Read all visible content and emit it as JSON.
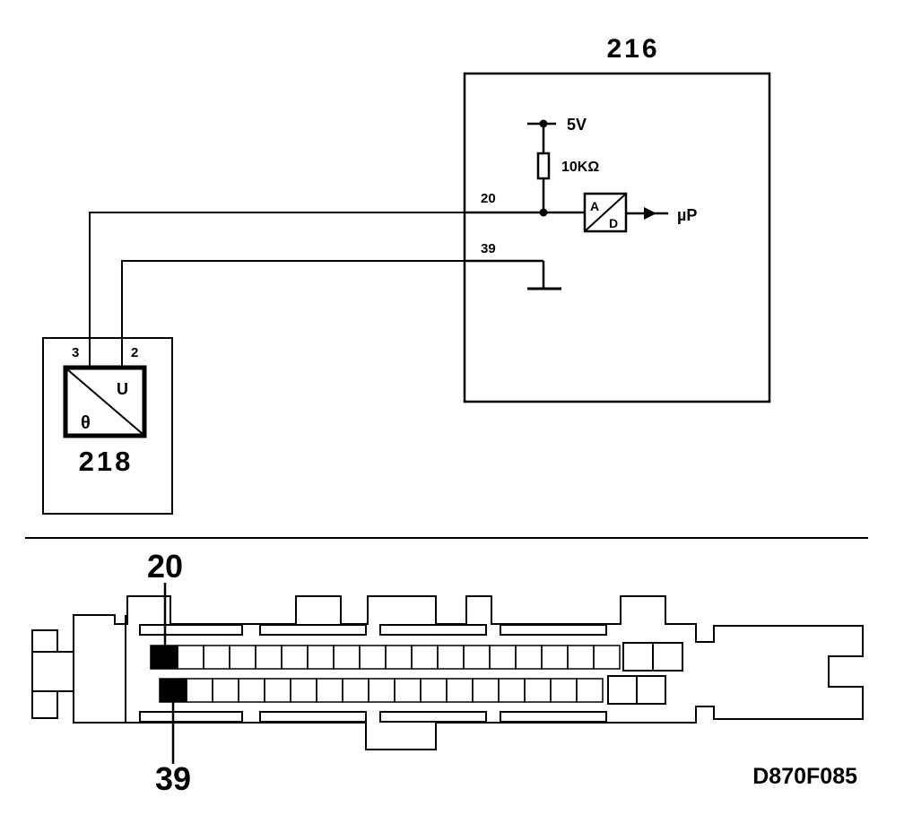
{
  "ecu": {
    "id": "216",
    "supply": "5V",
    "resistor": "10KΩ",
    "adc_top": "A",
    "adc_bottom": "D",
    "output": "µP",
    "pin_signal": "20",
    "pin_ground": "39"
  },
  "sensor": {
    "id": "218",
    "pin_a": "3",
    "pin_b": "2",
    "symbol_out": "U",
    "symbol_in": "θ"
  },
  "connector": {
    "pin_top_callout": "20",
    "pin_bottom_callout": "39"
  },
  "figure_code": "D870F085"
}
